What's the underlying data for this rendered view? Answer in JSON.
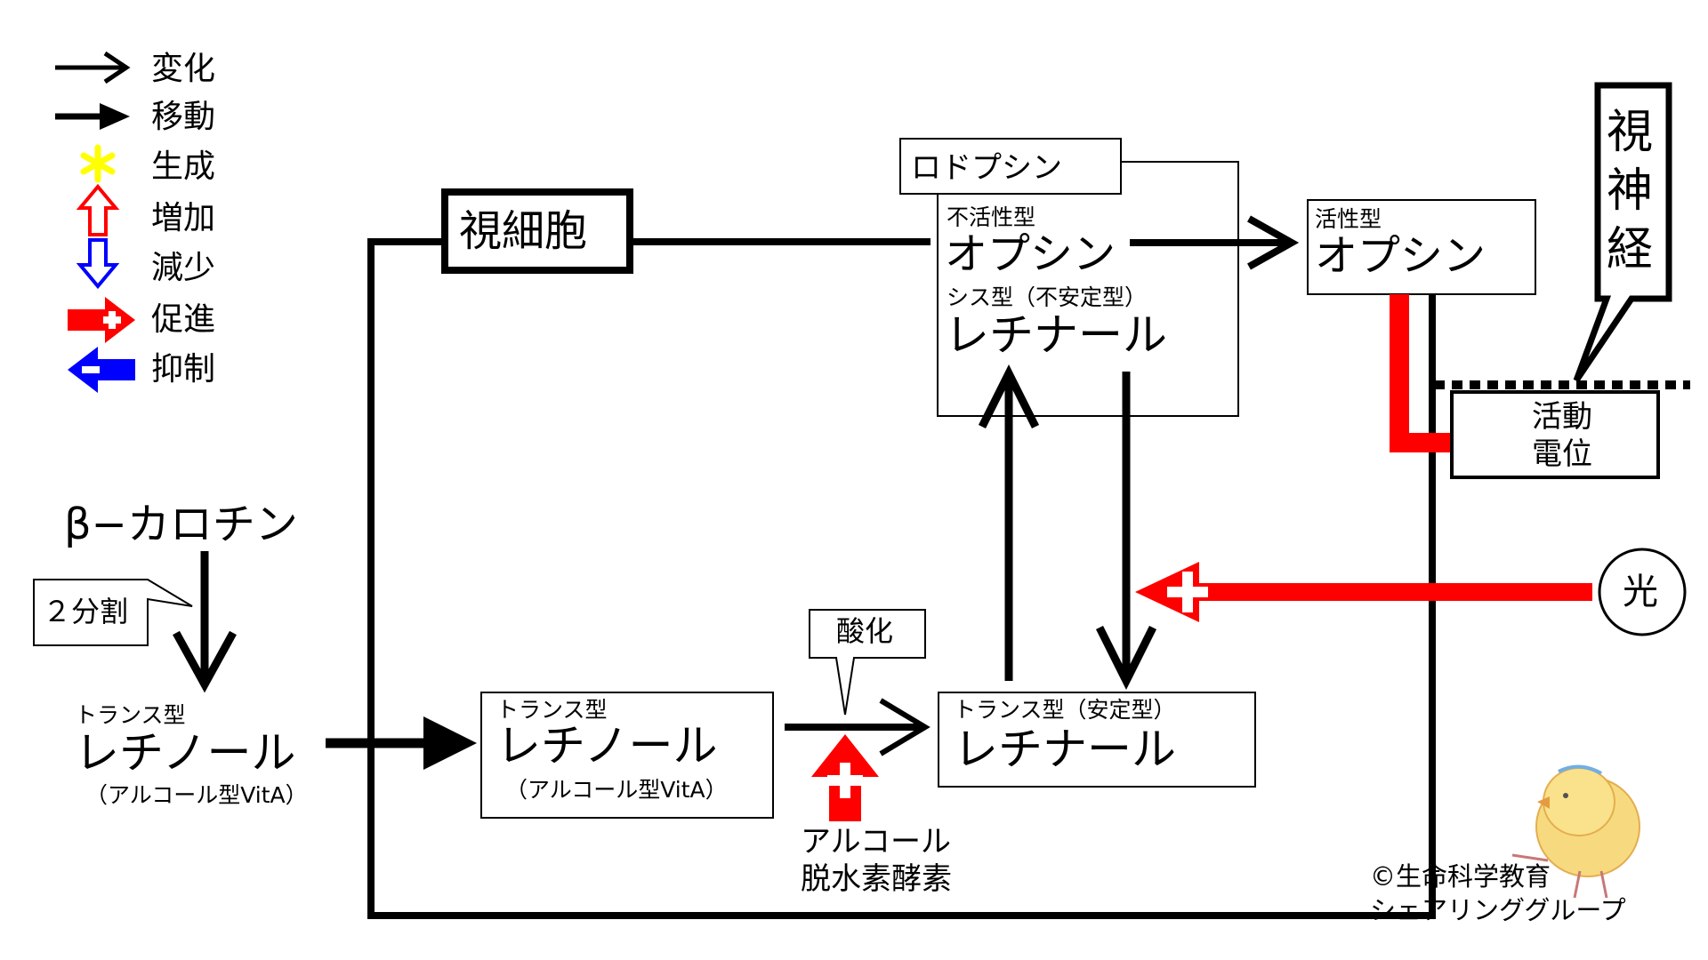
{
  "legend": {
    "items": [
      {
        "label": "変化",
        "icon": "thin-arrow-icon"
      },
      {
        "label": "移動",
        "icon": "bold-arrow-icon"
      },
      {
        "label": "生成",
        "icon": "asterisk-icon"
      },
      {
        "label": "増加",
        "icon": "up-hollow-arrow-icon"
      },
      {
        "label": "減少",
        "icon": "down-hollow-arrow-icon"
      },
      {
        "label": "促進",
        "icon": "plus-arrow-icon"
      },
      {
        "label": "抑制",
        "icon": "minus-arrow-icon"
      }
    ]
  },
  "cell_label": "視細胞",
  "nerve_label": "視神経",
  "rhodopsin": {
    "title": "ロドプシン",
    "opsin_type": "不活性型",
    "opsin": "オプシン",
    "retinal_type": "シス型（不安定型）",
    "retinal": "レチナール"
  },
  "active_opsin": {
    "type": "活性型",
    "name": "オプシン"
  },
  "action_potential": {
    "line1": "活動",
    "line2": "電位"
  },
  "beta_carotene": "β−カロチン",
  "split_label": "２分割",
  "retinol_outside": {
    "type": "トランス型",
    "name": "レチノール",
    "note": "（アルコール型VitA）"
  },
  "retinol_inside": {
    "type": "トランス型",
    "name": "レチノール",
    "note": "（アルコール型VitA）"
  },
  "oxidation_label": "酸化",
  "enzyme": {
    "line1": "アルコール",
    "line2": "脱水素酵素"
  },
  "trans_retinal": {
    "type": "トランス型（安定型）",
    "name": "レチナール"
  },
  "light_label": "光",
  "credit": {
    "line1": "©生命科学教育",
    "line2": "シェアリンググループ"
  },
  "colors": {
    "promote": "#ff0000",
    "suppress": "#0000ff",
    "generate": "#ffff00",
    "line": "#000000"
  }
}
